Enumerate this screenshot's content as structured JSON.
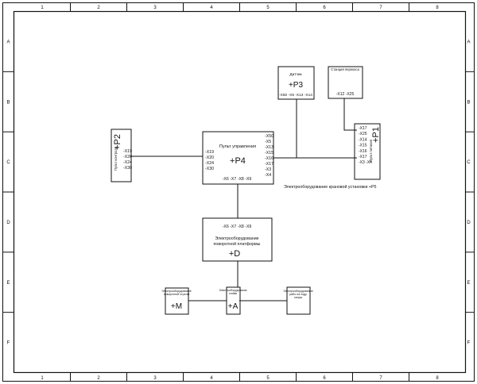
{
  "frame": {
    "columns": [
      "1",
      "2",
      "3",
      "4",
      "5",
      "6",
      "7",
      "8"
    ],
    "rows": [
      "A",
      "B",
      "C",
      "D",
      "E",
      "F"
    ]
  },
  "blocks": {
    "p4": {
      "title": "Пульт управления",
      "code": "+P4",
      "left_ports": [
        "-X19",
        "-X20",
        "-X24",
        "-X30"
      ],
      "right_ports": [
        "-X50",
        "-X5",
        "-X13",
        "-X15",
        "-X16",
        "-X17",
        "-X3",
        "-X4"
      ],
      "bottom_ports": "-X6 -X7 -X8 -X9"
    },
    "p2": {
      "title": "Пульт контроля",
      "code": "+P2",
      "ports": [
        "-X19",
        "-X20",
        "-X24",
        "-X30"
      ]
    },
    "p3": {
      "title": "Датчик",
      "code": "+P3",
      "ports": "-X50 -X5 -X13 -X14"
    },
    "p5": {
      "title": "Станция перекоса",
      "ports": "-X12 -X25"
    },
    "p1": {
      "title": "Пульт питания",
      "code": "+P1",
      "ports": [
        "-X17",
        "-X25",
        "-X14",
        "-X15",
        "-X16",
        "-X17",
        "-X3 -X4"
      ]
    },
    "d": {
      "ports": "-X6 -X7 -X8 -X9",
      "title_line1": "Электрооборудование",
      "title_line2": "поворотной платформы",
      "code": "+D"
    },
    "m": {
      "line1": "Электрооборудование",
      "line2": "поворотной стрелы",
      "code": "+M"
    },
    "a": {
      "line1": "Электрооборудование",
      "line2": "стойки",
      "code": "+A"
    },
    "e": {
      "line1": "Электрооборудование",
      "line2": "рабо на ходу",
      "line3": "опоры"
    }
  },
  "caption": "Электрооборудование крановой установки +P5"
}
